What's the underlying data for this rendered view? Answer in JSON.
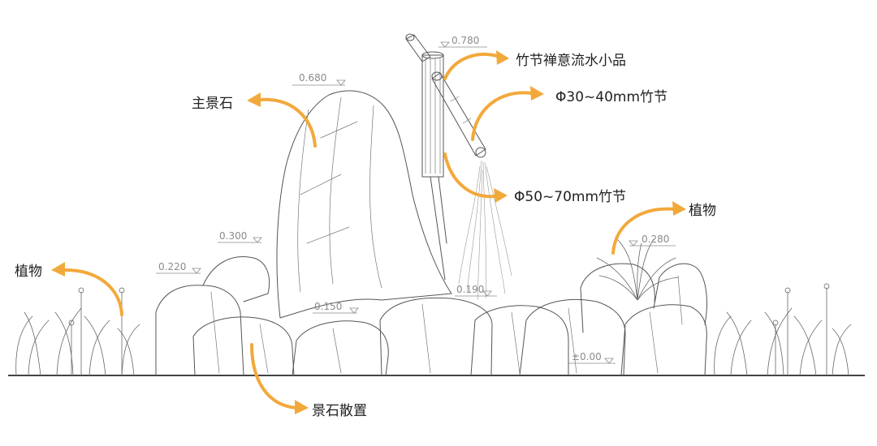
{
  "colors": {
    "arrow": "#F2A93B",
    "line": "#555555",
    "elevation_text": "#8A8A8A"
  },
  "labels": {
    "bamboo_feature": "竹节禅意流水小品",
    "bamboo_small": "Φ30~40mm竹节",
    "bamboo_large": "Φ50~70mm竹节",
    "main_rock": "主景石",
    "plant_left": "植物",
    "plant_right": "植物",
    "scattered_rocks": "景石散置"
  },
  "elevations": {
    "e0780": "0.780",
    "e0680": "0.680",
    "e0300": "0.300",
    "e0280": "0.280",
    "e0220": "0.220",
    "e0190": "0.190",
    "e0150": "0.150",
    "e0000": "±0.00"
  }
}
